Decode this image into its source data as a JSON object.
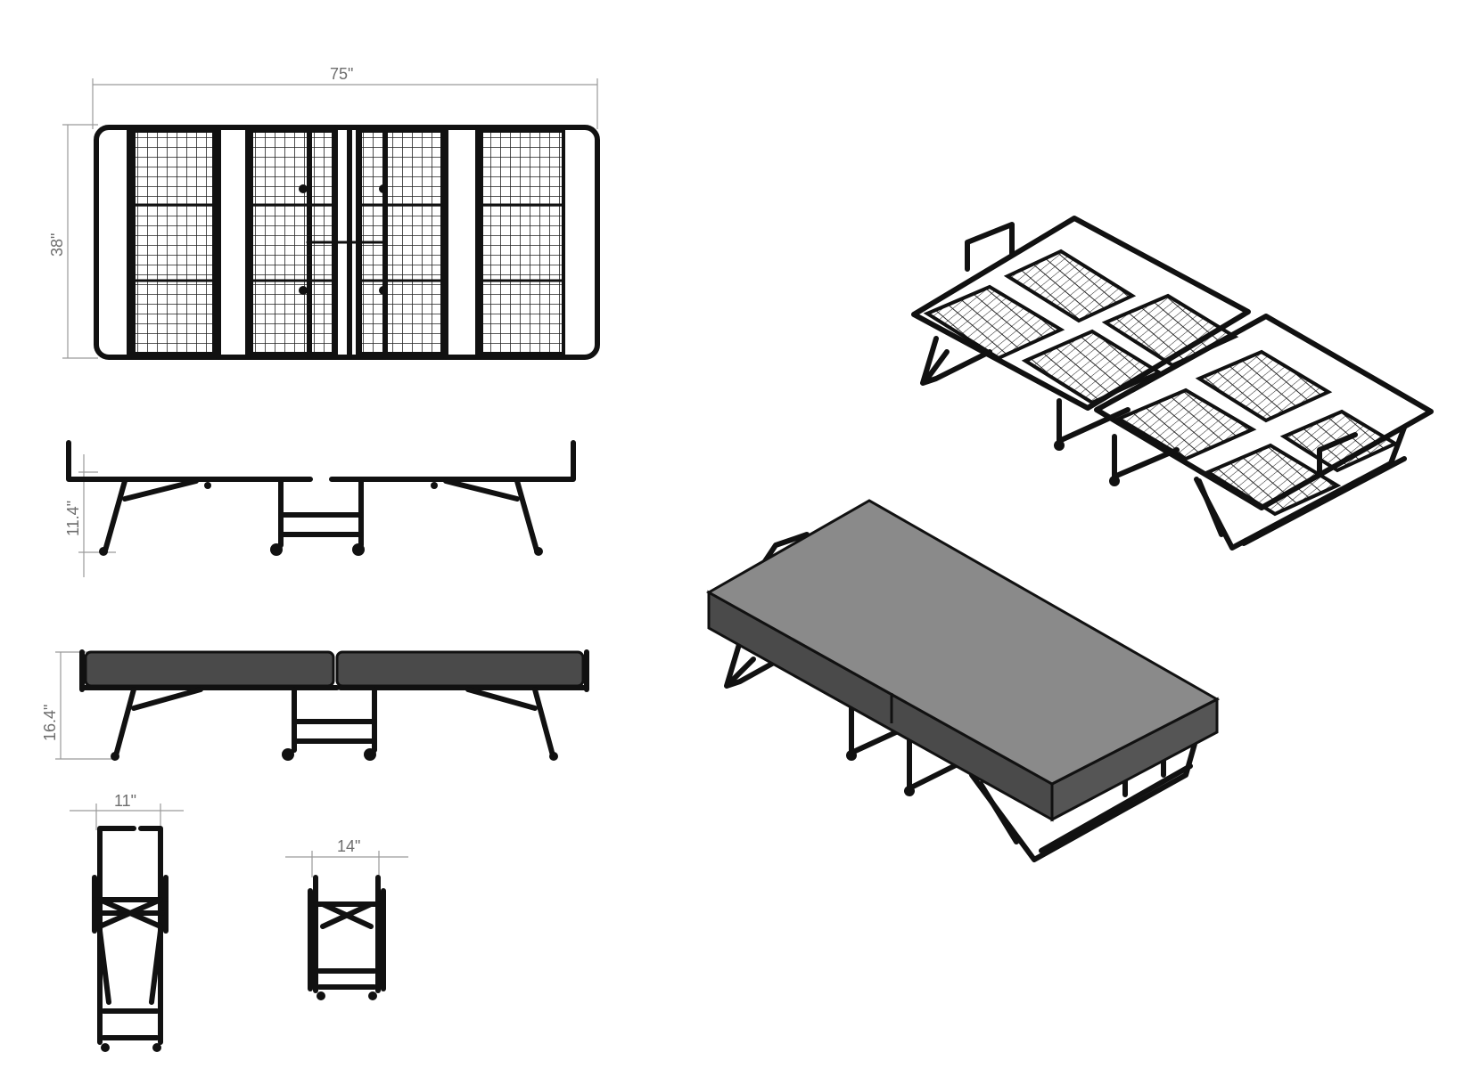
{
  "dimensions": {
    "length": "75\"",
    "width": "38\"",
    "frame_height": "11.4\"",
    "height_with_mattress": "16.4\"",
    "folded_depth_a": "11\"",
    "folded_depth_b": "14\""
  }
}
